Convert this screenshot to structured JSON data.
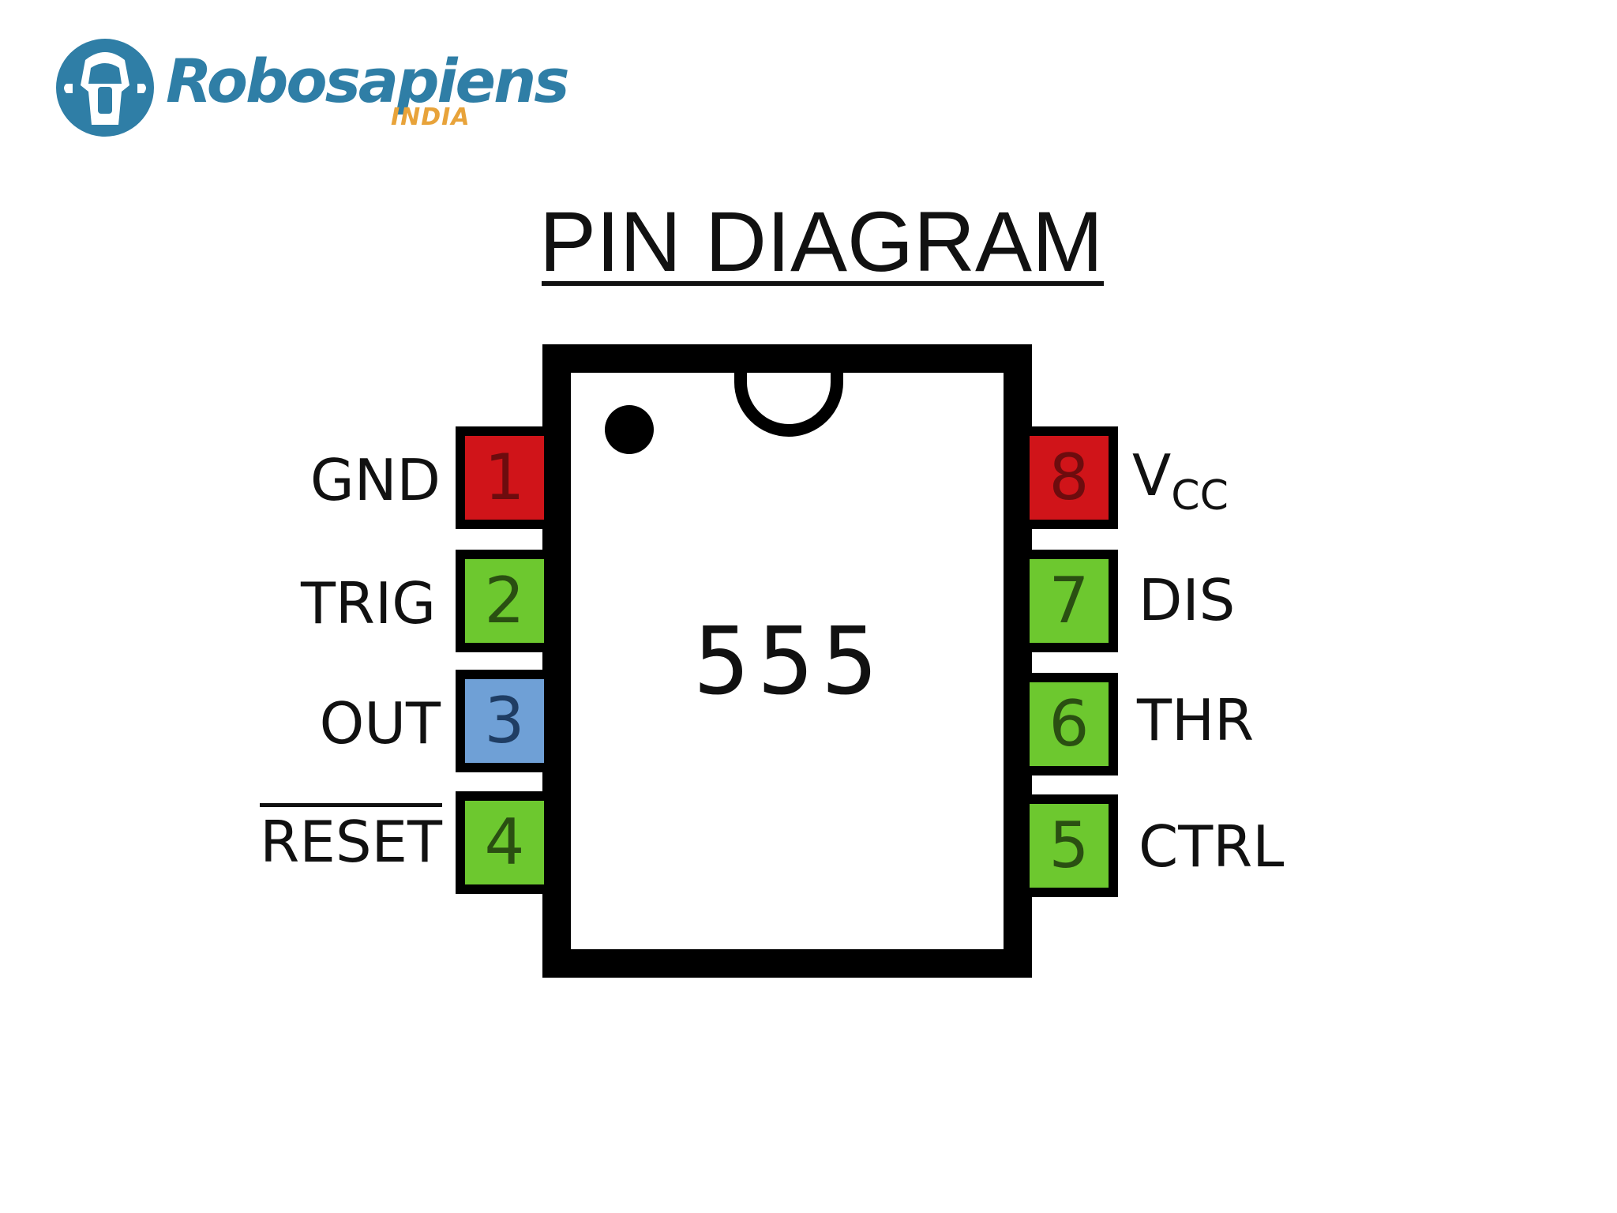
{
  "logo": {
    "brand": "Robosapiens",
    "sub": "INDIA",
    "primary_color": "#2f7ea6",
    "accent_color": "#e8a33a",
    "icon": "robot-helmet-icon"
  },
  "title": "PIN DIAGRAM",
  "chip": {
    "label": "555",
    "pins": [
      {
        "number": "1",
        "name": "GND",
        "color": "#d01419"
      },
      {
        "number": "2",
        "name": "TRIG",
        "color": "#6dc82f"
      },
      {
        "number": "3",
        "name": "OUT",
        "color": "#6fa0d6"
      },
      {
        "number": "4",
        "name": "RESET",
        "color": "#6dc82f",
        "overline": true
      },
      {
        "number": "5",
        "name": "CTRL",
        "color": "#6dc82f"
      },
      {
        "number": "6",
        "name": "THR",
        "color": "#6dc82f"
      },
      {
        "number": "7",
        "name": "DIS",
        "color": "#6dc82f"
      },
      {
        "number": "8",
        "name": "V",
        "name_subscript": "CC",
        "color": "#d01419"
      }
    ]
  }
}
